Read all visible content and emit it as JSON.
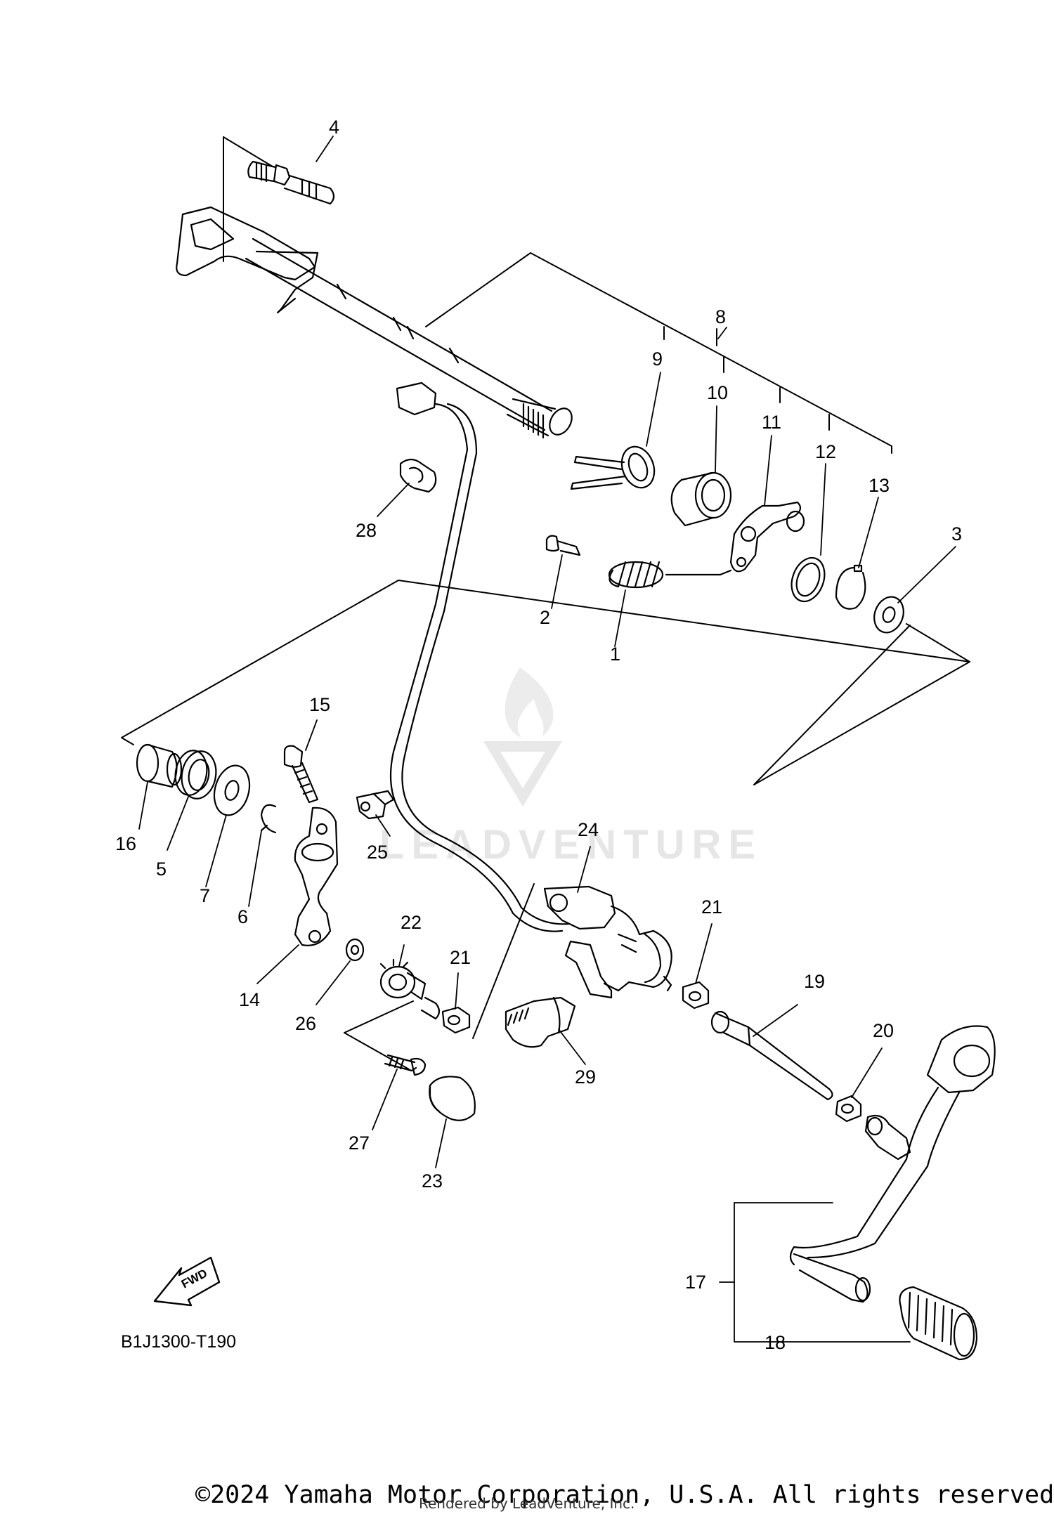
{
  "diagram": {
    "code": "B1J1300-T190",
    "fwd_label": "FWD",
    "watermark": "LEADVENTURE",
    "copyright": "©2024 Yamaha Motor Corporation, U.S.A. All rights reserved.",
    "render_credit": "Rendered by LeadVenture, Inc."
  },
  "callouts": [
    {
      "id": "p1",
      "label": "1"
    },
    {
      "id": "p2",
      "label": "2"
    },
    {
      "id": "p3",
      "label": "3"
    },
    {
      "id": "p4",
      "label": "4"
    },
    {
      "id": "p5",
      "label": "5"
    },
    {
      "id": "p6",
      "label": "6"
    },
    {
      "id": "p7",
      "label": "7"
    },
    {
      "id": "p8",
      "label": "8"
    },
    {
      "id": "p9",
      "label": "9"
    },
    {
      "id": "p10",
      "label": "10"
    },
    {
      "id": "p11",
      "label": "11"
    },
    {
      "id": "p12",
      "label": "12"
    },
    {
      "id": "p13",
      "label": "13"
    },
    {
      "id": "p14",
      "label": "14"
    },
    {
      "id": "p15",
      "label": "15"
    },
    {
      "id": "p16",
      "label": "16"
    },
    {
      "id": "p17",
      "label": "17"
    },
    {
      "id": "p18",
      "label": "18"
    },
    {
      "id": "p19",
      "label": "19"
    },
    {
      "id": "p20",
      "label": "20"
    },
    {
      "id": "p21a",
      "label": "21"
    },
    {
      "id": "p21b",
      "label": "21"
    },
    {
      "id": "p22",
      "label": "22"
    },
    {
      "id": "p23",
      "label": "23"
    },
    {
      "id": "p24",
      "label": "24"
    },
    {
      "id": "p25",
      "label": "25"
    },
    {
      "id": "p26",
      "label": "26"
    },
    {
      "id": "p27",
      "label": "27"
    },
    {
      "id": "p28",
      "label": "28"
    },
    {
      "id": "p29",
      "label": "29"
    }
  ]
}
